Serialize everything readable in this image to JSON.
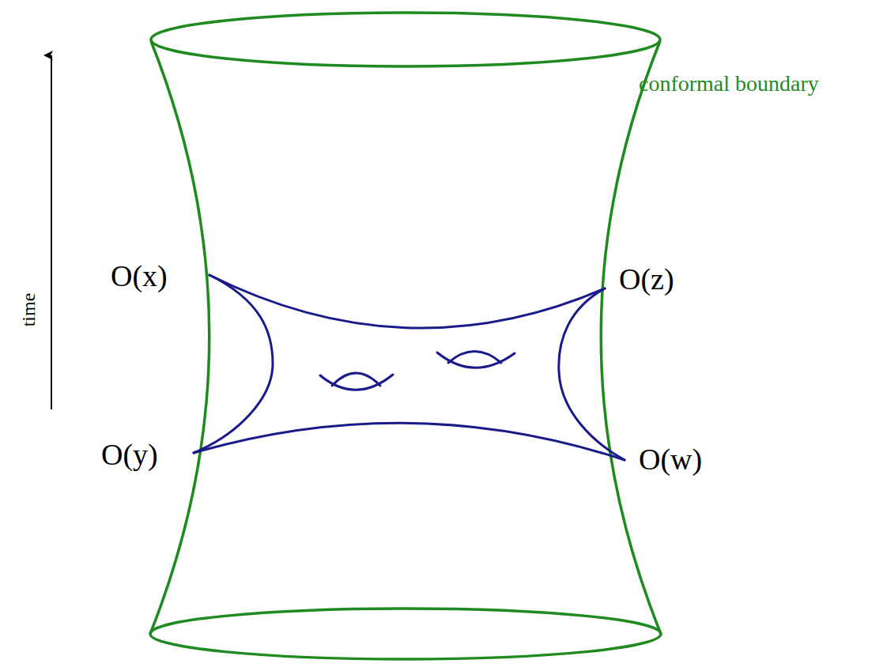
{
  "diagram": {
    "labels": [
      "conformal boundary",
      "O(x)",
      "O(z)",
      "time",
      "O(y)",
      "O(w)"
    ]
  }
}
